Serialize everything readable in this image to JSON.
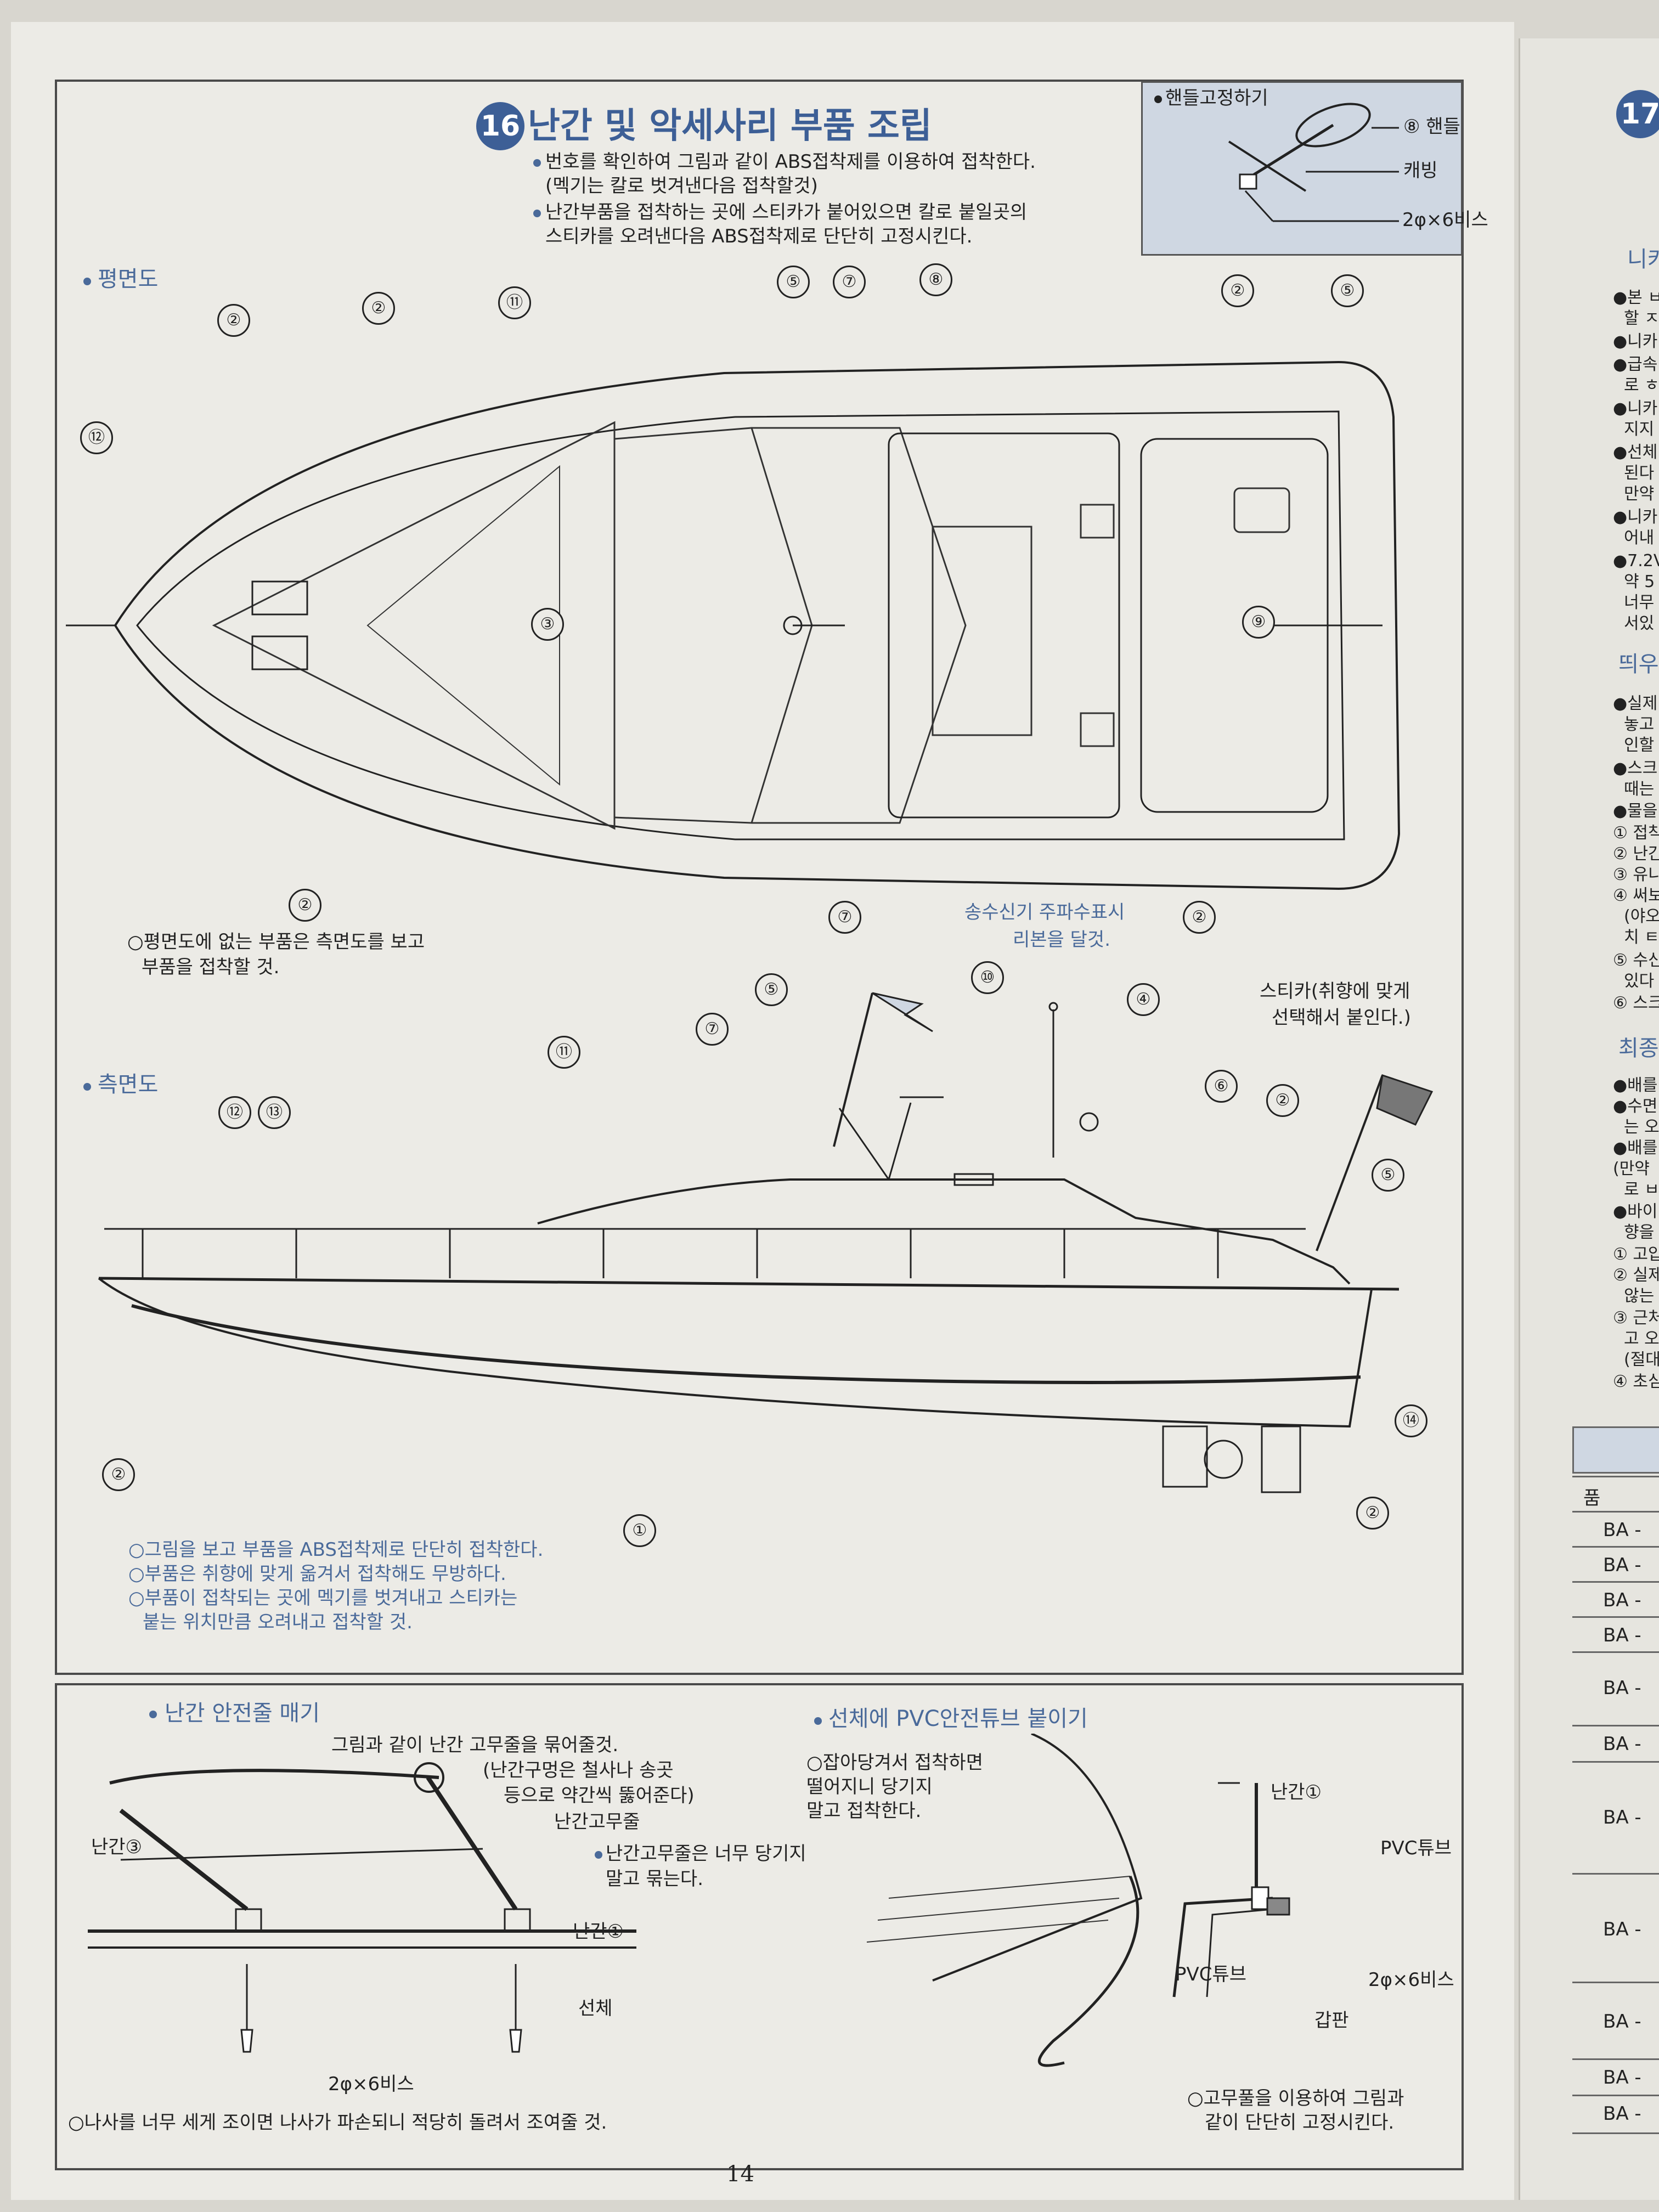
{
  "page_number": "14",
  "section": {
    "number": "16",
    "title": "난간 및 악세사리 부품 조립",
    "instructions": [
      "번호를 확인하여 그림과 같이 ABS접착제를 이용하여 접착한다.",
      "(멕기는 칼로 벗겨낸다음 접착할것)",
      "난간부품을 접착하는 곳에 스티카가 붙어있으면 칼로 붙일곳의",
      "스티카를 오려낸다음 ABS접착제로 단단히 고정시킨다."
    ]
  },
  "steering_inset": {
    "title": "핸들고정하기",
    "handle": "⑧ 핸들",
    "cap": "캐빙",
    "screw": "2φ×6비스"
  },
  "plan_view": {
    "label": "평면도",
    "note_1": "○평면도에 없는 부품은 측면도를 보고",
    "note_2": "부품을 접착할 것.",
    "callouts": {
      "c2a": "②",
      "c2b": "②",
      "c11": "⑪",
      "c5a": "⑤",
      "c7a": "⑦",
      "c8": "⑧",
      "c2c": "②",
      "c5b": "⑤",
      "c12": "⑫",
      "c3": "③",
      "c9": "⑨",
      "c2d": "②",
      "c7b": "⑦",
      "c2e": "②"
    }
  },
  "side_view": {
    "label": "측면도",
    "sonar_note_1": "송수신기 주파수표시",
    "sonar_note_2": "리본을 달것.",
    "sticker_note_1": "스티카(취향에 맞게",
    "sticker_note_2": "선택해서 붙인다.)",
    "callouts": {
      "c5a": "⑤",
      "c10": "⑩",
      "c4": "④",
      "c7": "⑦",
      "c11": "⑪",
      "c6": "⑥",
      "c12": "⑫",
      "c13": "⑬",
      "c2a": "②",
      "c5b": "⑤",
      "c14": "⑭",
      "c2b": "②",
      "c1": "①",
      "c2c": "②"
    },
    "notes": [
      "○그림을 보고 부품을 ABS접착제로 단단히 접착한다.",
      "○부품은 취향에 맞게 옮겨서 접착해도 무방하다.",
      "○부품이 접착되는 곳에 멕기를 벗겨내고 스티카는",
      "붙는 위치만큼 오려내고 접착할 것."
    ]
  },
  "rail_rope": {
    "title": "난간 안전줄 매기",
    "caption_1": "그림과 같이 난간 고무줄을 묶어줄것.",
    "caption_2": "(난간구멍은 철사나 송곳",
    "caption_3": "등으로 약간씩 뚫어준다)",
    "rubber_label": "난간고무줄",
    "tip_1": "난간고무줄은 너무 당기지",
    "tip_2": "말고 묶는다.",
    "rail3": "난간③",
    "rail1": "난간①",
    "hull": "선체",
    "screw": "2φ×6비스",
    "warning": "○나사를 너무 세게 조이면 나사가 파손되니 적당히 돌려서 조여줄 것."
  },
  "pvc_tube": {
    "title": "선체에 PVC안전튜브 붙이기",
    "note_1": "○잡아당겨서 접착하면",
    "note_2": "떨어지니 당기지",
    "note_3": "말고 접착한다.",
    "tube_label": "PVC튜브",
    "rail1": "난간①",
    "tube_label_2": "PVC튜브",
    "screw": "2φ×6비스",
    "deck": "갑판",
    "final_1": "○고무풀을 이용하여 그림과",
    "final_2": "같이 단단히 고정시킨다."
  },
  "next_page": {
    "step": "17",
    "fragments": [
      "니카",
      "●본 ㅂ",
      "할 ㅈ",
      "●니카",
      "●급속",
      "로 ㅎ",
      "●니카",
      "지지",
      "●선체",
      "된다",
      "만약",
      "●니카",
      "어내",
      "●7.2V",
      "약 5",
      "너무",
      "서있"
    ],
    "heading2": "띄우",
    "fragments2": [
      "●실제",
      "놓고",
      "인할",
      "●스크",
      "때는",
      "●물을",
      "① 접착",
      "② 난간",
      "③ 유니",
      "④ 써보",
      "(야오",
      "치 ㅌ",
      "⑤ 수신",
      "있다",
      "⑥ 스크"
    ],
    "heading3": "최종",
    "fragments3": [
      "●배를",
      "●수면",
      "는 오",
      "●배를",
      "(만약",
      "로 ㅂ",
      "●바이",
      "향을",
      "① 고압",
      "② 실제",
      "않는",
      "③ 근처",
      "고 오",
      "(절대",
      "④ 초심"
    ],
    "table_header": "품",
    "table_rows": [
      "BA -",
      "BA -",
      "BA -",
      "BA -",
      "BA -",
      "BA -",
      "BA -",
      "BA -",
      "BA -",
      "BA -",
      "BA -"
    ]
  }
}
